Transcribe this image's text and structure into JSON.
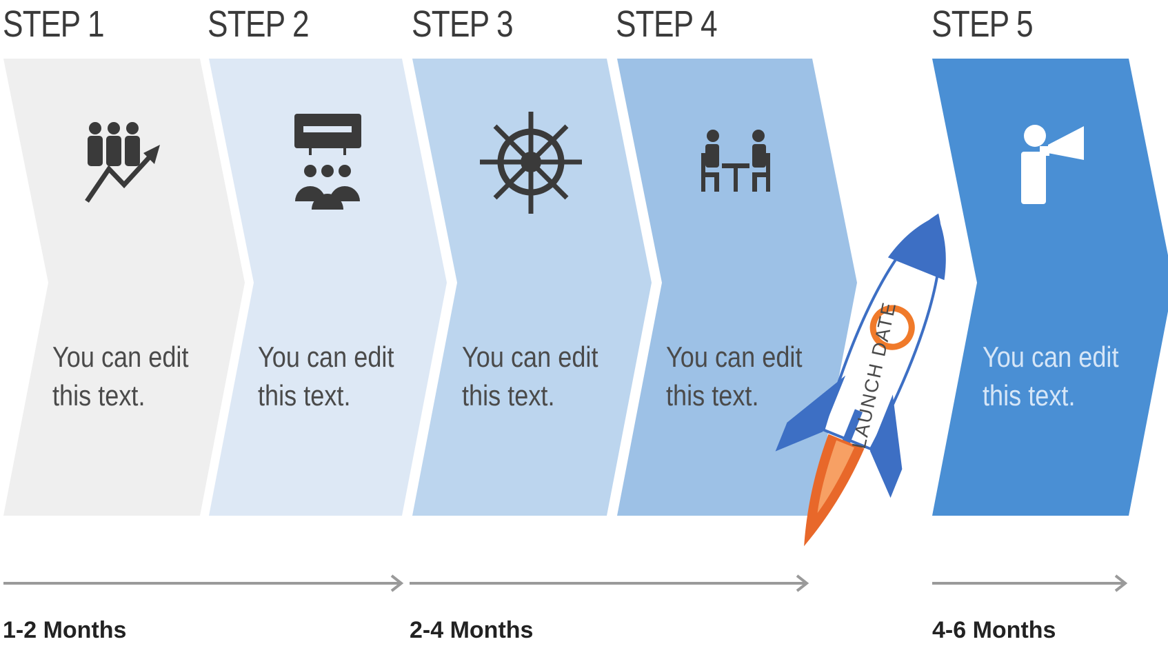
{
  "steps": [
    {
      "label": "STEP 1",
      "text_line1": "You can edit",
      "text_line2": "this text.",
      "icon": "team-growth-icon",
      "color": "#efefef"
    },
    {
      "label": "STEP 2",
      "text_line1": "You can edit",
      "text_line2": "this text.",
      "icon": "presentation-audience-icon",
      "color": "#dde8f5"
    },
    {
      "label": "STEP 3",
      "text_line1": "You can edit",
      "text_line2": "this text.",
      "icon": "ship-wheel-icon",
      "color": "#bcd5ee"
    },
    {
      "label": "STEP 4",
      "text_line1": "You can edit",
      "text_line2": "this text.",
      "icon": "meeting-table-icon",
      "color": "#9dc1e6"
    },
    {
      "label": "STEP 5",
      "text_line1": "You can edit",
      "text_line2": "this text.",
      "icon": "speaker-megaphone-icon",
      "color": "#4a8fd4"
    }
  ],
  "launch_label": "LAUNCH DATE",
  "durations": [
    "1-2 Months",
    "2-4 Months",
    "4-6 Months"
  ],
  "colors": {
    "icon_dark": "#3a3a3a",
    "icon_light": "#ffffff",
    "rocket_body": "#ffffff",
    "rocket_accent": "#3d6fc4",
    "rocket_window": "#f07a2a",
    "rocket_flame": "#e8682a",
    "arrow": "#9a9a9a"
  }
}
